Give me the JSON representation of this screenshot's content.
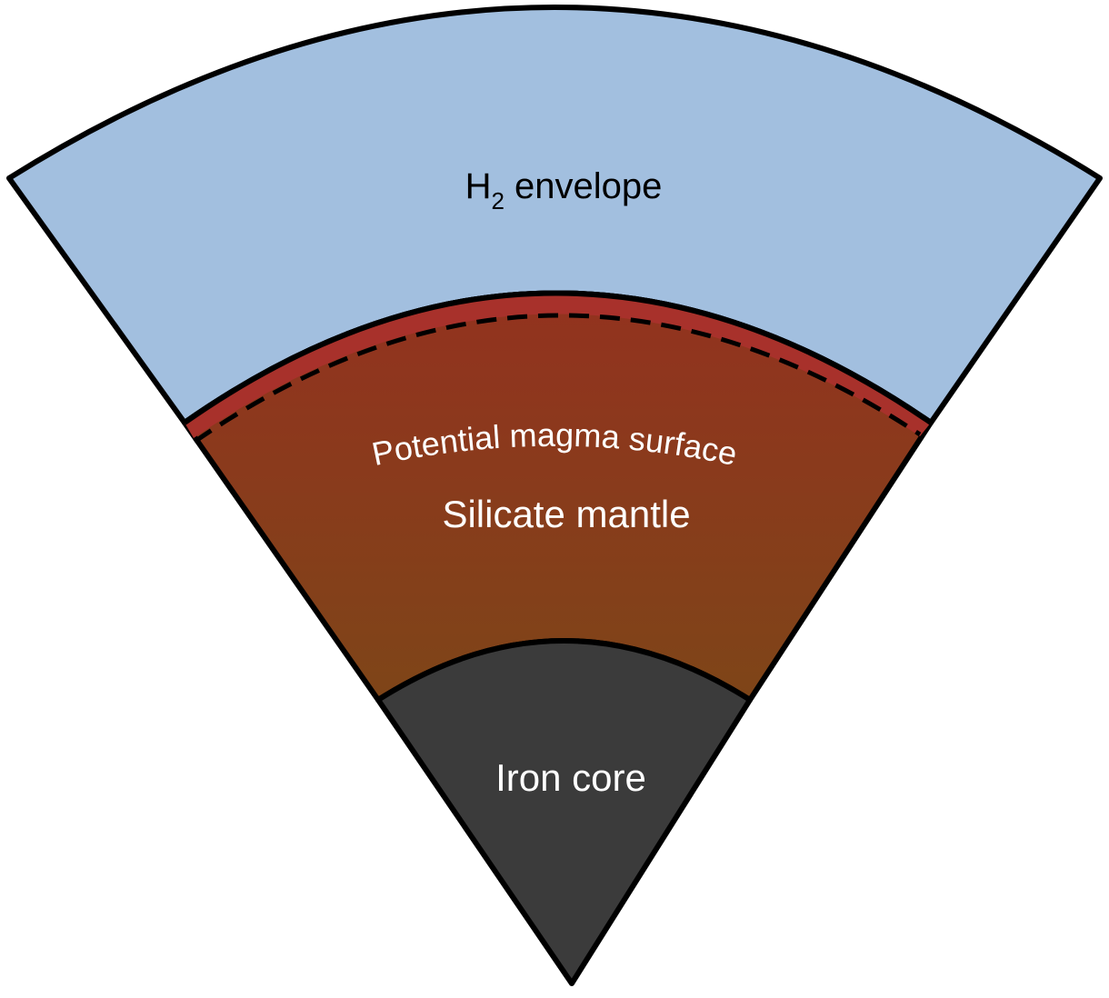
{
  "layers": {
    "envelope": {
      "label_main": "H",
      "label_sub": "2",
      "label_rest": " envelope",
      "fill": "#a2bfdf"
    },
    "magma_surface": {
      "label": "Potential magma surface",
      "fill": "#a8312b"
    },
    "mantle": {
      "label": "Silicate mantle",
      "fill_top": "#93321f",
      "fill_bottom": "#7e4518"
    },
    "core": {
      "label": "Iron core",
      "fill": "#3b3b3b"
    }
  },
  "colors": {
    "outline": "#000000",
    "dark_text": "#000000",
    "light_text": "#ffffff"
  }
}
